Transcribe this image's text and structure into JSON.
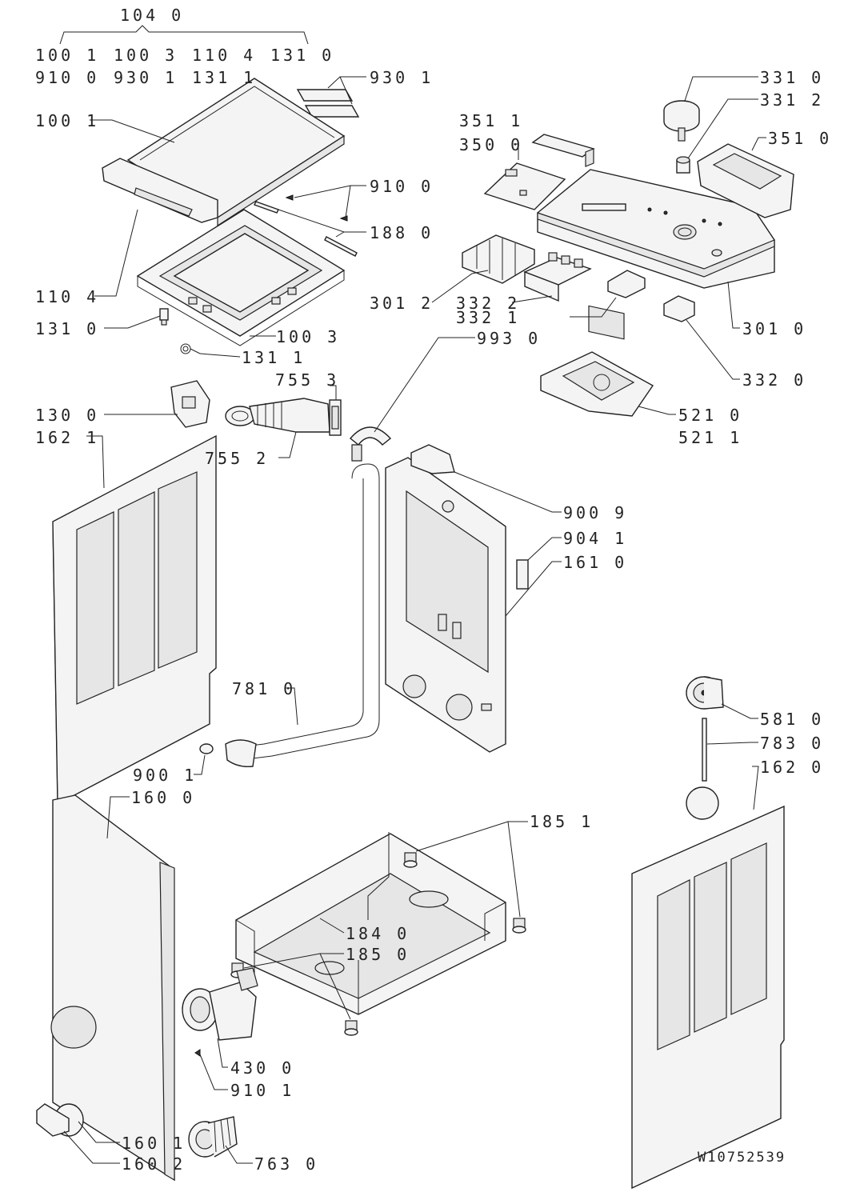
{
  "title": "Exploded parts diagram",
  "drawing_number": "W10752539",
  "labels": {
    "group_104_0": "104 0",
    "l100_1a": "100 1",
    "l100_3a": "100 3",
    "l110_4a": "110 4",
    "l131_0a": "131 0",
    "l910_0a": "910 0",
    "l930_1a": "930 1",
    "l131_1a": "131 1",
    "l930_1": "930 1",
    "l100_1": "100 1",
    "l910_0": "910 0",
    "l188_0": "188 0",
    "l110_4": "110 4",
    "l131_0": "131 0",
    "l100_3": "100 3",
    "l131_1": "131 1",
    "l755_3": "755 3",
    "l755_2": "755 2",
    "l130_0": "130 0",
    "l162_1": "162 1",
    "l351_1": "351 1",
    "l350_0": "350 0",
    "l331_0": "331 0",
    "l331_2": "331 2",
    "l351_0": "351 0",
    "l301_2": "301 2",
    "l332_2": "332 2",
    "l332_1": "332 1",
    "l993_0": "993 0",
    "l301_0": "301 0",
    "l332_0": "332 0",
    "l521_0": "521 0",
    "l521_1": "521 1",
    "l900_9": "900 9",
    "l904_1": "904 1",
    "l161_0": "161 0",
    "l781_0": "781 0",
    "l900_1": "900 1",
    "l160_0": "160 0",
    "l581_0": "581 0",
    "l783_0": "783 0",
    "l162_0": "162 0",
    "l185_1": "185 1",
    "l184_0": "184 0",
    "l185_0": "185 0",
    "l430_0": "430 0",
    "l910_1": "910 1",
    "l160_1": "160 1",
    "l160_2": "160 2",
    "l763_0": "763 0"
  }
}
